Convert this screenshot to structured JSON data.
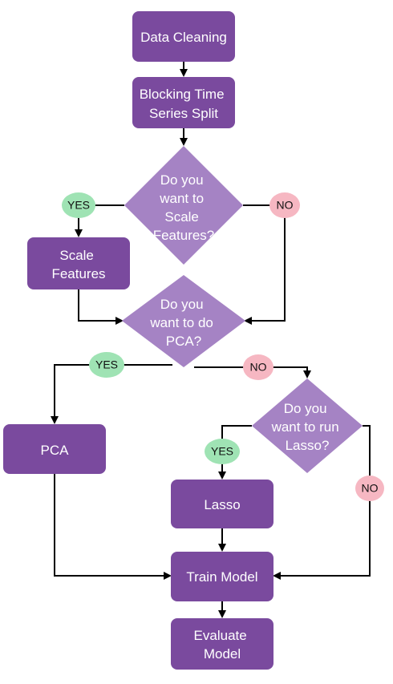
{
  "colors": {
    "process": "#7a4a9e",
    "decision": "#a583c4",
    "yes_badge": "#9fe3b4",
    "no_badge": "#f6b7c2",
    "edge": "#000000"
  },
  "nodes": {
    "data_cleaning": [
      "Data Cleaning"
    ],
    "blocking_split": [
      "Blocking Time",
      "Series Split"
    ],
    "q_scale": [
      "Do you",
      "want to",
      "Scale",
      "Features?"
    ],
    "scale_features": [
      "Scale",
      "Features"
    ],
    "q_pca": [
      "Do you",
      "want to do",
      "PCA?"
    ],
    "pca": [
      "PCA"
    ],
    "q_lasso": [
      "Do you",
      "want to run",
      "Lasso?"
    ],
    "lasso": [
      "Lasso"
    ],
    "train_model": [
      "Train Model"
    ],
    "evaluate_model": [
      "Evaluate",
      "Model"
    ]
  },
  "badges": {
    "yes_scale": "YES",
    "no_scale": "NO",
    "yes_pca": "YES",
    "no_pca": "NO",
    "yes_lasso": "YES",
    "no_lasso": "NO"
  }
}
